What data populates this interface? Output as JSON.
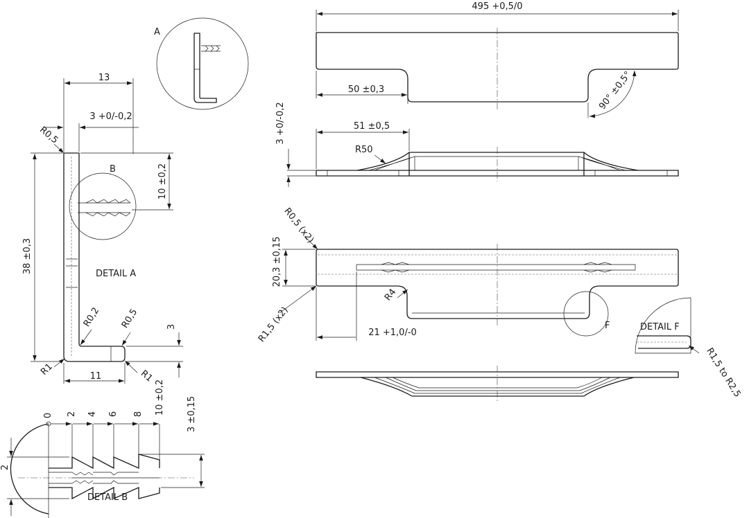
{
  "labels": {
    "dim_495": "495 +0,5/0",
    "dim_50": "50 ±0,3",
    "dim_90deg": "90° ±0,5°",
    "dim_51": "51 ±0,5",
    "dim_3_tol": "3 +0/-0,2",
    "r50": "R50",
    "r05_x2": "R0,5 (x2)",
    "dim_203": "20,3 ±0,15",
    "r4": "R4",
    "r15_x2": "R1,5 (x2)",
    "dim_21": "21 +1,0/-0",
    "callout_f": "F",
    "detail_f": "DETAIL F",
    "r15_to_r25": "R1,5 to R2,5",
    "callout_a": "A",
    "dim_13": "13",
    "dim_3_a": "3 +0/-0,2",
    "r05": "R0,5",
    "callout_b": "B",
    "dim_10": "10 ±0,2",
    "dim_38": "38 ±0,3",
    "detail_a": "DETAIL A",
    "r02": "R0,2",
    "r05_b": "R0,5",
    "dim_3": "3",
    "r1_left": "R1",
    "dim_11": "11",
    "r1_right": "R1",
    "tick_0": "0",
    "tick_2": "2",
    "tick_4": "4",
    "tick_6": "6",
    "tick_8": "8",
    "tick_10": "10 ±0,2",
    "dim_3_015": "3 ±0,15",
    "dim_2": "2",
    "detail_b": "DETAIL B"
  }
}
